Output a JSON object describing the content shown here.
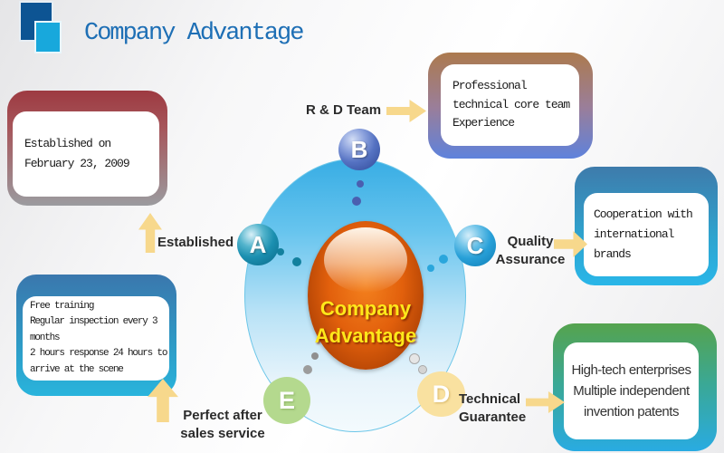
{
  "header": {
    "title": "Company Advantage"
  },
  "center": {
    "line1": "Company",
    "line2": "Advantage"
  },
  "nodes": {
    "a": {
      "letter": "A",
      "label": "Established"
    },
    "b": {
      "letter": "B",
      "label": "R & D Team"
    },
    "c": {
      "letter": "C",
      "label": "Quality\nAssurance"
    },
    "d": {
      "letter": "D",
      "label": "Technical\nGuarantee"
    },
    "e": {
      "letter": "E",
      "label": "Perfect after\nsales service"
    }
  },
  "callouts": {
    "established": {
      "text": "Established on\nFebruary 23, 2009"
    },
    "rd_team": {
      "text": "Professional\ntechnical core team\nExperience"
    },
    "cooperation": {
      "text": "Cooperation with\ninternational brands"
    },
    "service": {
      "text": "Free training\nRegular inspection every 3\nmonths\n2 hours response 24 hours to\narrive at the scene"
    },
    "hightech": {
      "text": "High-tech enterprises\nMultiple independent\ninvention patents"
    }
  },
  "colors": {
    "title_blue": "#1e6fb5",
    "logo_dark": "#0d5493",
    "logo_cyan": "#18a8dc",
    "arrow_yellow": "#f7d88c",
    "center_yellow": "#ffe81a",
    "node_d": "#f9e1a0",
    "node_e": "#b4d98e"
  }
}
